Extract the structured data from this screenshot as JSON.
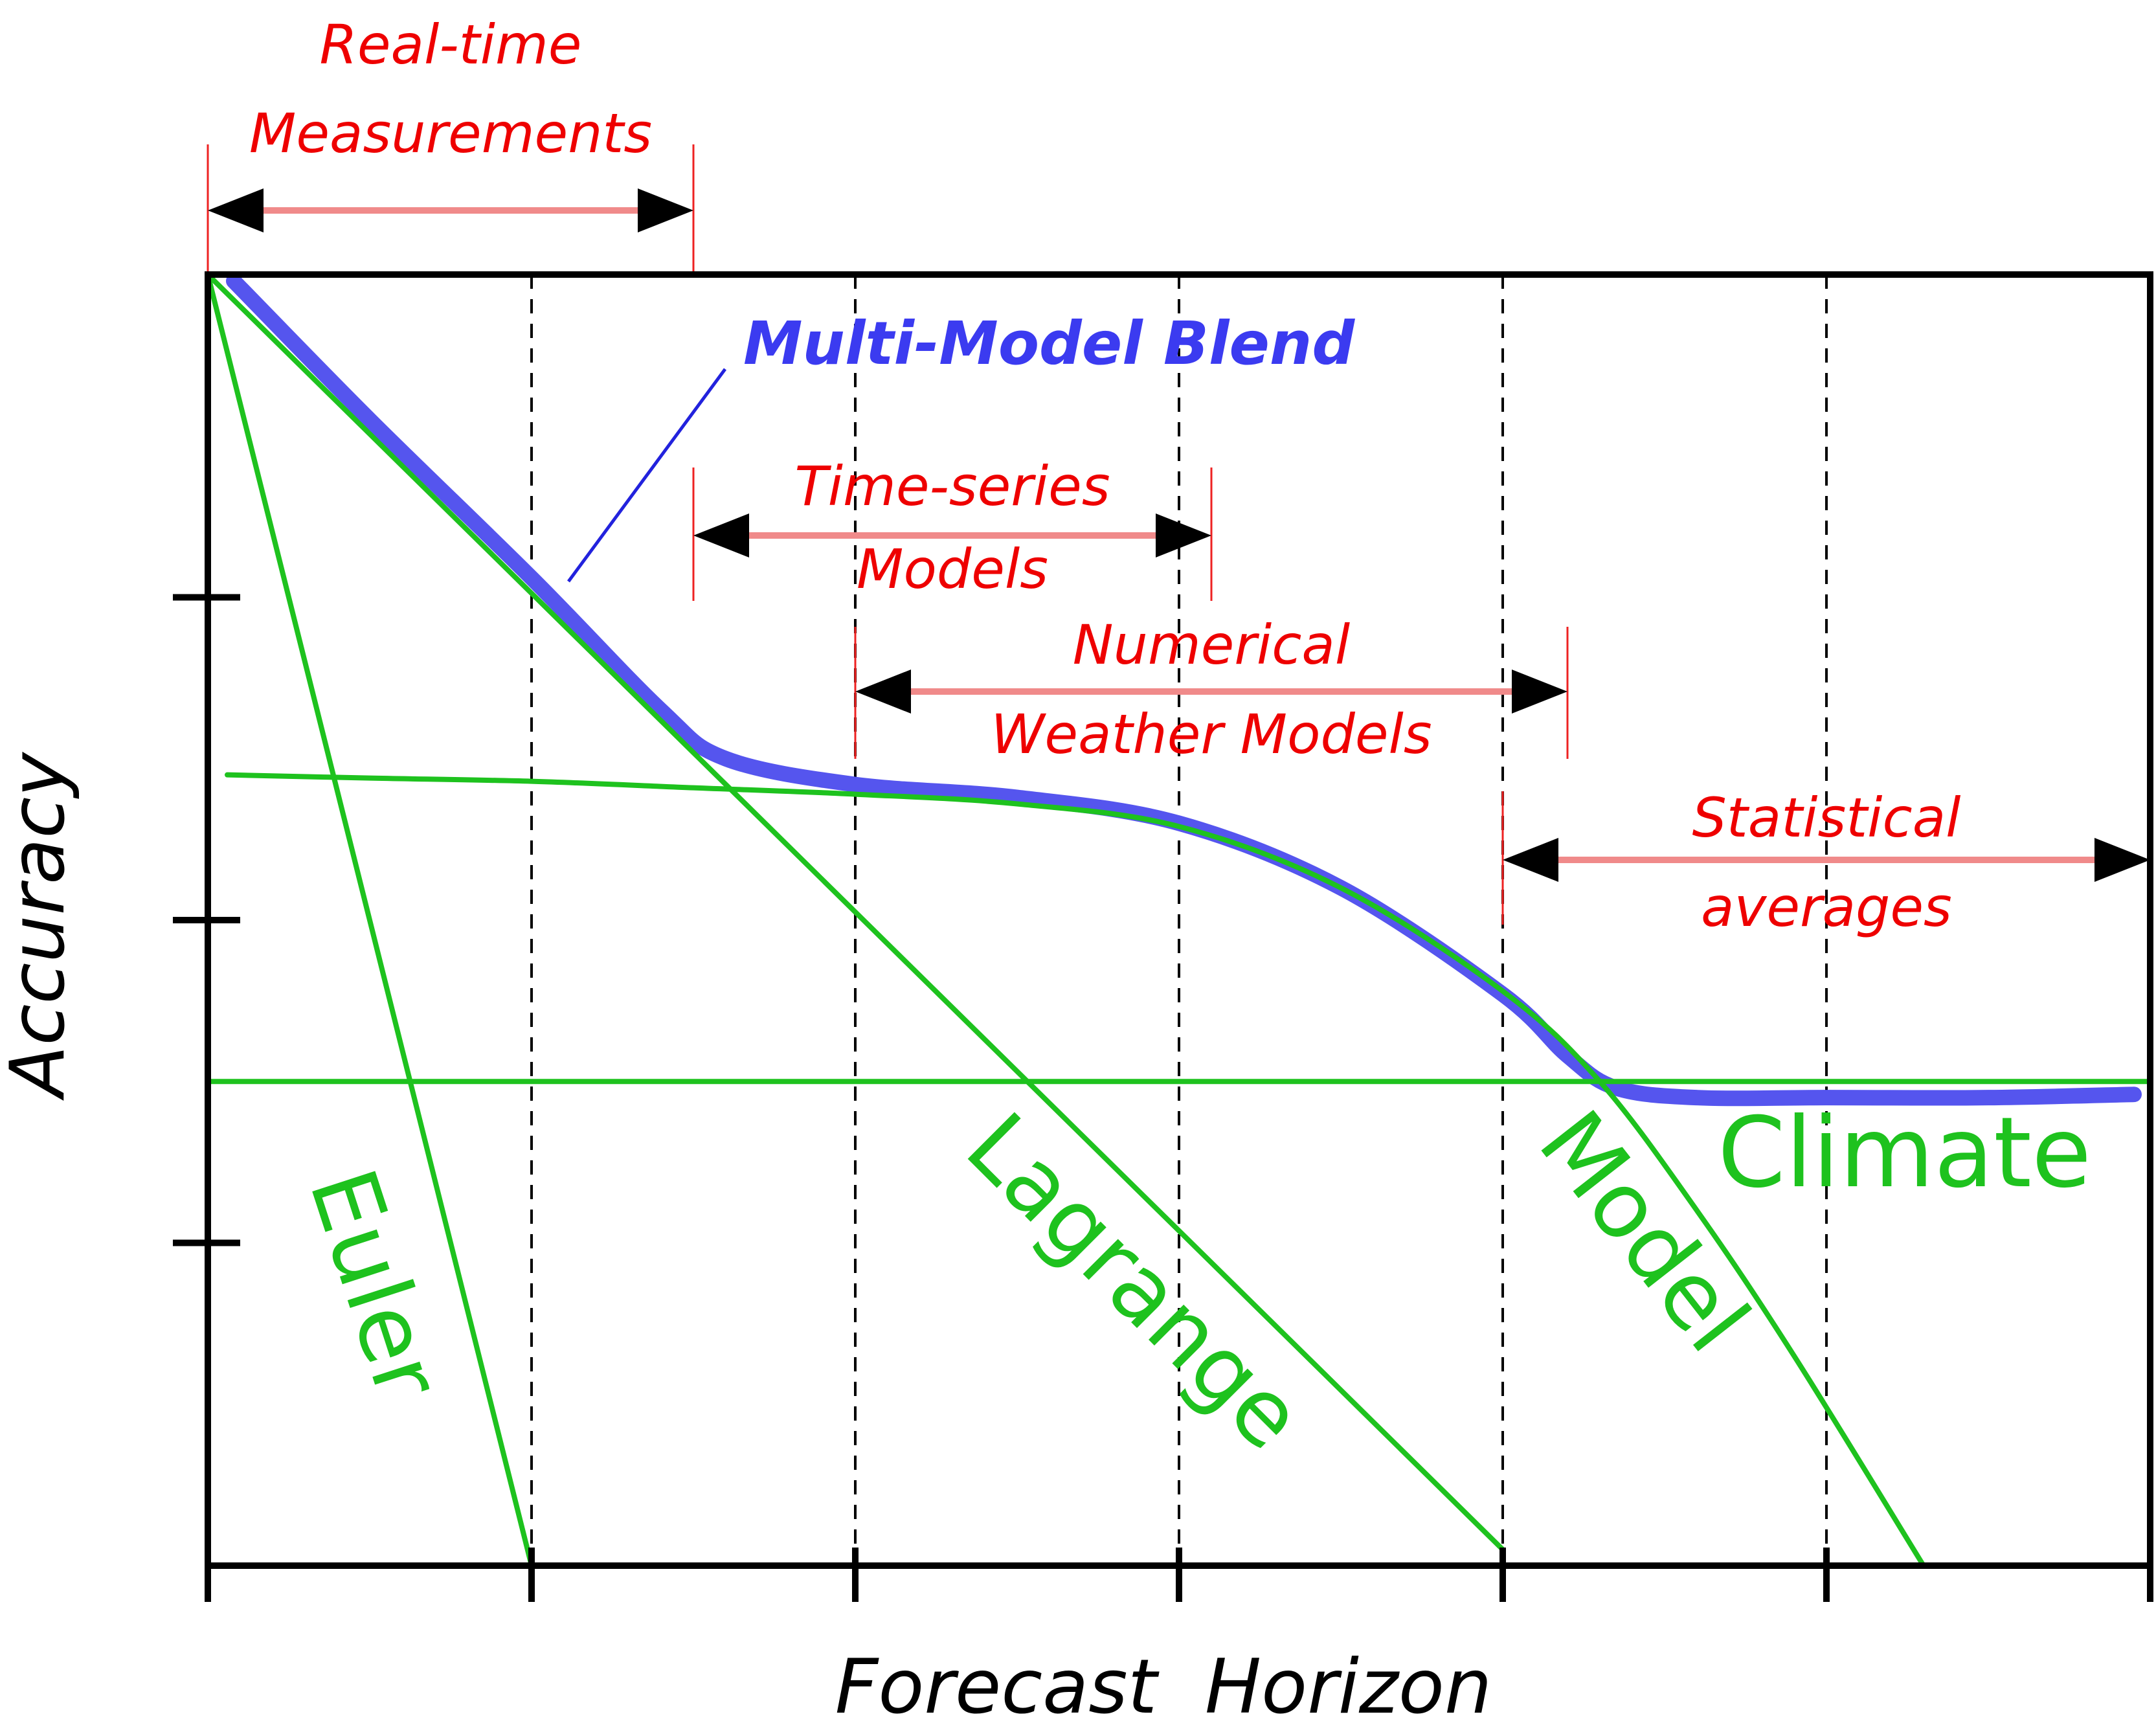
{
  "chart_data": {
    "type": "line",
    "xlabel": "Forecast  Horizon",
    "ylabel": "Accuracy",
    "xlim": [
      0,
      6
    ],
    "ylim": [
      0,
      4
    ],
    "x_ticks": [
      0,
      1,
      2,
      3,
      4,
      5,
      6
    ],
    "y_ticks": [
      1,
      2,
      3
    ],
    "grid": "vertical dashed lines at x = 1, 2, 3, 4, 5",
    "series": [
      {
        "name": "Euler",
        "color": "#1ec21e",
        "x": [
          0,
          1
        ],
        "y": [
          4,
          0
        ]
      },
      {
        "name": "Lagrange",
        "color": "#1ec21e",
        "x": [
          0,
          4
        ],
        "y": [
          4,
          0.05
        ]
      },
      {
        "name": "Model",
        "color": "#1ec21e",
        "x": [
          0.06,
          0.5,
          1,
          1.5,
          2,
          2.5,
          3,
          3.5,
          4,
          4.3,
          4.6,
          4.9,
          5.3
        ],
        "y": [
          2.45,
          2.44,
          2.43,
          2.41,
          2.39,
          2.36,
          2.29,
          2.1,
          1.78,
          1.5,
          1.1,
          0.65,
          0
        ]
      },
      {
        "name": "Climate",
        "color": "#1ec21e",
        "x": [
          0,
          6
        ],
        "y": [
          1.5,
          1.5
        ]
      },
      {
        "name": "Multi-Model Blend",
        "color": "#5555ee",
        "x": [
          0.08,
          0.5,
          1,
          1.4,
          1.6,
          2,
          2.5,
          3,
          3.5,
          4,
          4.2,
          4.35,
          4.6,
          5,
          5.5,
          5.95
        ],
        "y": [
          3.98,
          3.55,
          3.06,
          2.65,
          2.5,
          2.42,
          2.38,
          2.3,
          2.1,
          1.77,
          1.58,
          1.48,
          1.45,
          1.45,
          1.45,
          1.46
        ]
      }
    ],
    "ranges": [
      {
        "label_lines": [
          "Real-time",
          "Measurements"
        ],
        "x_start": 0,
        "x_end": 1.5
      },
      {
        "label_lines": [
          "Time-series",
          "Models"
        ],
        "x_start": 1.5,
        "x_end": 3.1
      },
      {
        "label_lines": [
          "Numerical",
          "Weather Models"
        ],
        "x_start": 2,
        "x_end": 4.2
      },
      {
        "label_lines": [
          "Statistical",
          "averages"
        ],
        "x_start": 4,
        "x_end": 6
      }
    ],
    "annotations": [
      {
        "text": "Multi-Model Blend",
        "points_to_series": "Multi-Model Blend"
      },
      {
        "text": "Euler",
        "series": "Euler"
      },
      {
        "text": "Lagrange",
        "series": "Lagrange"
      },
      {
        "text": "Model",
        "series": "Model"
      },
      {
        "text": "Climate",
        "series": "Climate"
      }
    ],
    "colors": {
      "green": "#1ec21e",
      "blend": "#5555ee",
      "blend_label": "#3b3bf0",
      "range_text": "#ee0000",
      "range_bar": "#f08a8a",
      "range_tick": "#ee2222",
      "axis": "#000000"
    }
  }
}
